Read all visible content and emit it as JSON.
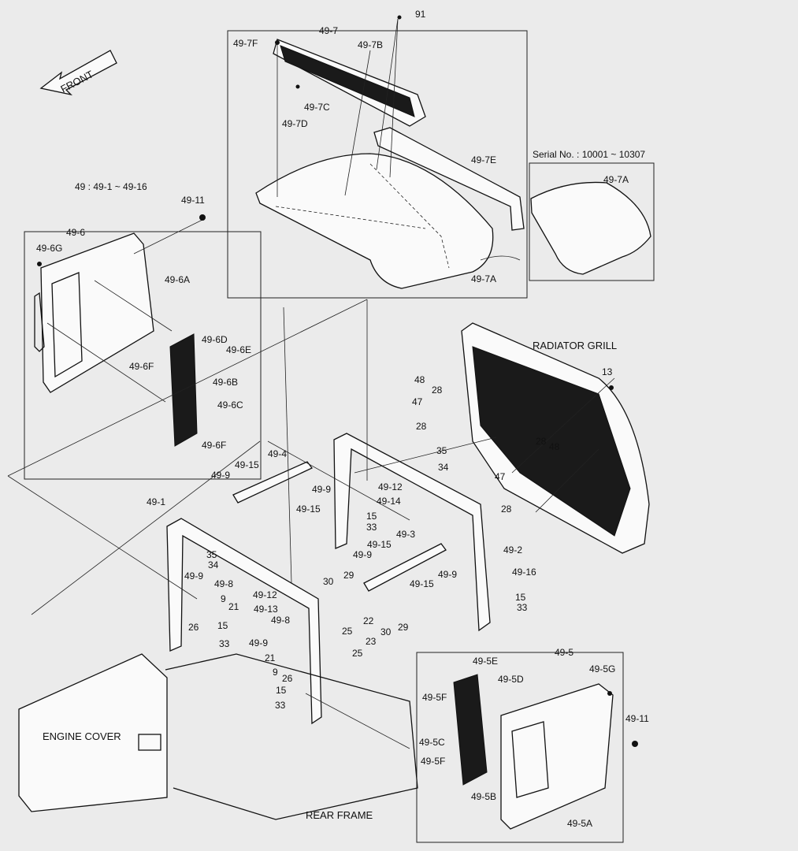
{
  "labels": {
    "l91": "91",
    "l49_7": "49-7",
    "l49_7F": "49-7F",
    "l49_7B": "49-7B",
    "l49_7C": "49-7C",
    "l49_7D": "49-7D",
    "l49_7E": "49-7E",
    "l49_7A_main": "49-7A",
    "l49_7A_inset": "49-7A",
    "serial": "Serial No. : 10001 ~ 10307",
    "range": "49 : 49-1 ~ 49-16",
    "l49_11_top": "49-11",
    "l49_6": "49-6",
    "l49_6G": "49-6G",
    "l49_6A": "49-6A",
    "l49_6D": "49-6D",
    "l49_6E": "49-6E",
    "l49_6F_a": "49-6F",
    "l49_6B": "49-6B",
    "l49_6C": "49-6C",
    "l49_6F_b": "49-6F",
    "radiator": "RADIATOR GRILL",
    "l13": "13",
    "l48a": "48",
    "l28a": "28",
    "l47a": "47",
    "l28b": "28",
    "l28c": "28",
    "l48b": "48",
    "l47b": "47",
    "l28d": "28",
    "l35a": "35",
    "l34a": "34",
    "l49_4": "49-4",
    "l49_15a": "49-15",
    "l49_9a": "49-9",
    "l49_9b": "49-9",
    "l49_15b": "49-15",
    "l49_12a": "49-12",
    "l49_14": "49-14",
    "l15a": "15",
    "l33a": "33",
    "l49_1": "49-1",
    "l35b": "35",
    "l34b": "34",
    "l49_3": "49-3",
    "l49_15c": "49-15",
    "l49_9c": "49-9",
    "l49_9d": "49-9",
    "l49_15d": "49-15",
    "l49_2": "49-2",
    "l49_16": "49-16",
    "l49_9e": "49-9",
    "l49_8a": "49-8",
    "l30a": "30",
    "l29a": "29",
    "l49_12b": "49-12",
    "l9a": "9",
    "l21a": "21",
    "l49_13": "49-13",
    "l22": "22",
    "l15b": "15",
    "l33b": "33",
    "l26a": "26",
    "l15c": "15",
    "l49_8b": "49-8",
    "l25a": "25",
    "l33c": "33",
    "l49_9f": "49-9",
    "l30b": "30",
    "l29b": "29",
    "l23": "23",
    "l21b": "21",
    "l25b": "25",
    "l9b": "9",
    "l26b": "26",
    "l15d": "15",
    "l33d": "33",
    "l49_5": "49-5",
    "l49_5E": "49-5E",
    "l49_5D": "49-5D",
    "l49_5G": "49-5G",
    "l49_5F_a": "49-5F",
    "l49_11_bot": "49-11",
    "l49_5C": "49-5C",
    "l49_5F_b": "49-5F",
    "l49_5B": "49-5B",
    "l49_5A": "49-5A",
    "front": "FRONT",
    "engine": "ENGINE COVER",
    "rear": "REAR FRAME"
  }
}
